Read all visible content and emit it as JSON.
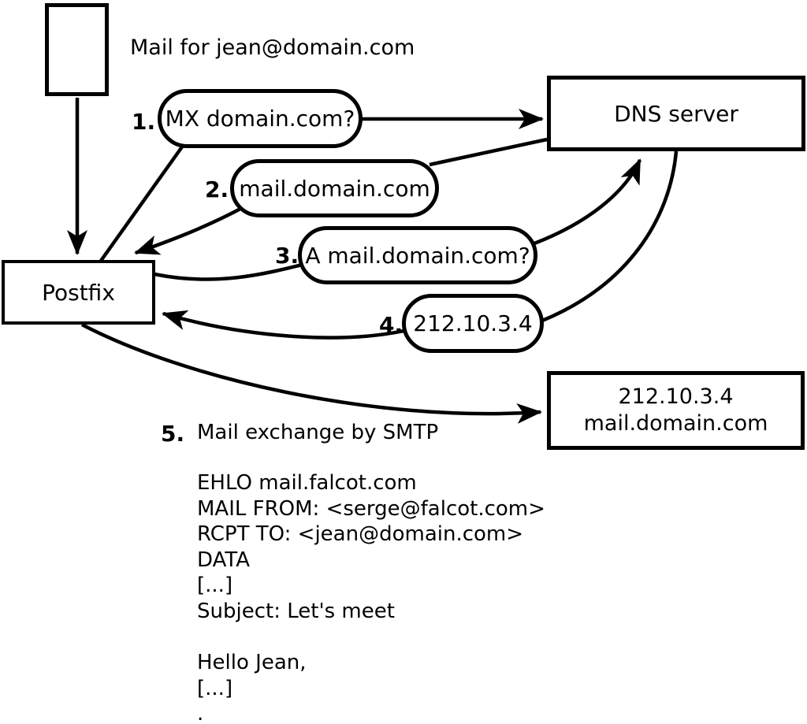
{
  "diagram": {
    "caption_top": "Mail for jean@domain.com",
    "nodes": {
      "postfix": {
        "label": "Postfix"
      },
      "dns": {
        "label": "DNS server"
      },
      "mailserver": {
        "line1": "212.10.3.4",
        "line2": "mail.domain.com"
      }
    },
    "steps": [
      {
        "num": "1.",
        "label": "MX domain.com?"
      },
      {
        "num": "2.",
        "label": "mail.domain.com"
      },
      {
        "num": "3.",
        "label": "A mail.domain.com?"
      },
      {
        "num": "4.",
        "label": "212.10.3.4"
      },
      {
        "num": "5.",
        "label": "Mail exchange by SMTP"
      }
    ],
    "smtp_session": [
      "EHLO mail.falcot.com",
      "MAIL FROM: <serge@falcot.com>",
      "RCPT TO: <jean@domain.com>",
      "DATA",
      "[...]",
      "Subject: Let's meet",
      "",
      "Hello Jean,",
      "[...]",
      "."
    ],
    "colors": {
      "stroke": "#000000",
      "background": "#ffffff"
    }
  }
}
